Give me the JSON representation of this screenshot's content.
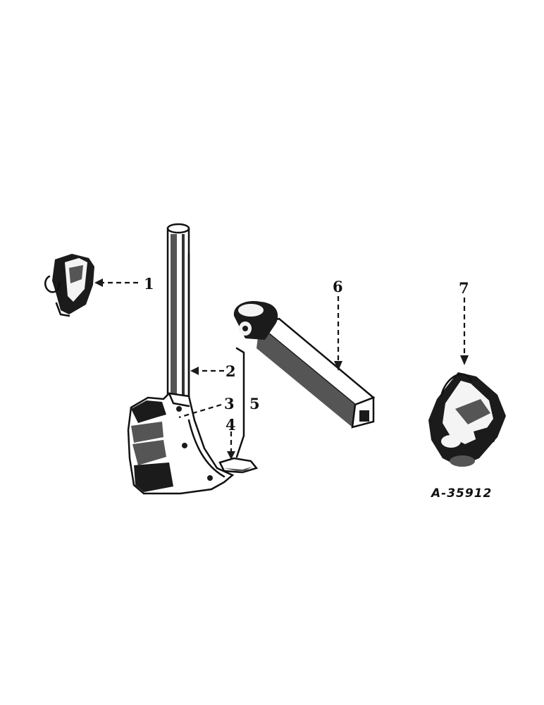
{
  "diagram": {
    "callouts": [
      {
        "id": "1",
        "label": "1"
      },
      {
        "id": "2",
        "label": "2"
      },
      {
        "id": "3",
        "label": "3"
      },
      {
        "id": "4",
        "label": "4"
      },
      {
        "id": "5",
        "label": "5"
      },
      {
        "id": "6",
        "label": "6"
      },
      {
        "id": "7",
        "label": "7"
      }
    ],
    "figure_number": "A-35912"
  },
  "colors": {
    "ink": "#111111",
    "paper": "#ffffff"
  }
}
